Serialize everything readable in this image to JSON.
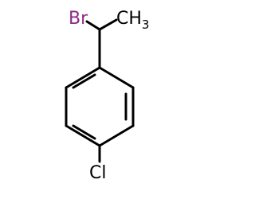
{
  "molecule": {
    "atoms": {
      "bromine": {
        "symbol": "Br",
        "color": "#8c2a8c"
      },
      "methyl": {
        "symbol": "CH",
        "subscript": "3",
        "color": "#000000"
      },
      "chlorine": {
        "symbol": "Cl",
        "color": "#000000"
      }
    },
    "bond_color": "#000000"
  }
}
